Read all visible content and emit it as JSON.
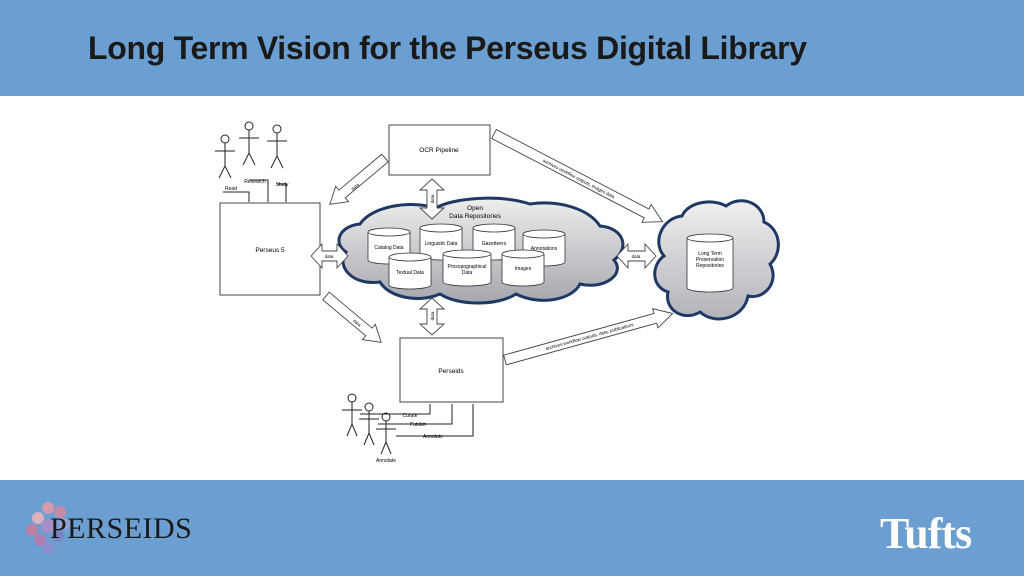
{
  "slide": {
    "title": "Long Term Vision for the Perseus Digital Library"
  },
  "diagram": {
    "ocr_pipeline": "OCR Pipeline",
    "perseus5": "Perseus 5",
    "perseids": "Perseids",
    "open_repos_line1": "Open",
    "open_repos_line2": "Data Repositories",
    "repos": {
      "catalog": "Catalog Data",
      "linguistic": "Linguistic Data",
      "gazetteers": "Gazetteers",
      "annotations": "Annotations",
      "textual": "Textual Data",
      "prosopo_line1": "Prosopographical",
      "prosopo_line2": "Data",
      "images": "Images"
    },
    "ltp_line1": "Long Term",
    "ltp_line2": "Preservation",
    "ltp_line3": "Repositories",
    "data_label": "data",
    "archive_top": "archives workflow outputs, images data",
    "archive_bottom": "archives workflow outputs, data, publications",
    "top_actions": {
      "read": "Read",
      "research": "Research",
      "study": "Study"
    },
    "bottom_actions": {
      "curate": "Curate",
      "publish": "Publish",
      "annotate": "Annotate",
      "annotator": "Annotate"
    }
  },
  "footer": {
    "left_logo": "PERSEIDS",
    "right_logo": "Tufts"
  },
  "colors": {
    "band": "#6b9ed1",
    "cloud_border": "#1f3864",
    "cloud_fill": "#c9c9cf"
  }
}
